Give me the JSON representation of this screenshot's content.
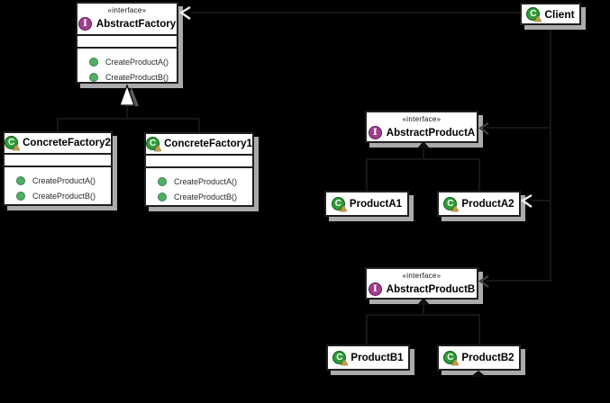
{
  "canvas": {
    "background": "#000000"
  },
  "colors": {
    "box_fill": "#ffffff",
    "box_border": "#1f1f1f",
    "box_shadow": "#ababab",
    "interface_icon_fill": "#a23d90",
    "class_icon_fill": "#2f9e38",
    "warning_overlay": "#c49a3f",
    "method_dot": "#4cb05e",
    "arrowhead_white": "#ffffff",
    "arrowhead_dark": "#3f3f3f"
  },
  "classes": [
    {
      "id": "abstract-factory",
      "stereotype": "«interface»",
      "name": "AbstractFactory",
      "icon": "interface-icon",
      "icon_letter": "I",
      "methods": [
        "CreateProductA()",
        "CreateProductB()"
      ]
    },
    {
      "id": "client",
      "name": "Client",
      "icon": "class-icon",
      "icon_letter": "C"
    },
    {
      "id": "concrete-factory2",
      "name": "ConcreteFactory2",
      "icon": "class-icon",
      "icon_letter": "C",
      "methods": [
        "CreateProductA()",
        "CreateProductB()"
      ]
    },
    {
      "id": "concrete-factory1",
      "name": "ConcreteFactory1",
      "icon": "class-icon",
      "icon_letter": "C",
      "methods": [
        "CreateProductA()",
        "CreateProductB()"
      ]
    },
    {
      "id": "abstract-product-a",
      "stereotype": "«interface»",
      "name": "AbstractProductA",
      "icon": "interface-icon",
      "icon_letter": "I"
    },
    {
      "id": "product-a1",
      "name": "ProductA1",
      "icon": "class-icon",
      "icon_letter": "C"
    },
    {
      "id": "product-a2",
      "name": "ProductA2",
      "icon": "class-icon",
      "icon_letter": "C"
    },
    {
      "id": "abstract-product-b",
      "stereotype": "«interface»",
      "name": "AbstractProductB",
      "icon": "interface-icon",
      "icon_letter": "I"
    },
    {
      "id": "product-b1",
      "name": "ProductB1",
      "icon": "class-icon",
      "icon_letter": "C"
    },
    {
      "id": "product-b2",
      "name": "ProductB2",
      "icon": "class-icon",
      "icon_letter": "C"
    }
  ],
  "connectors": [
    {
      "id": "realization-factories-to-abstractfactory",
      "head": "hollow-triangle-up",
      "color": "#ffffff"
    },
    {
      "id": "association-client-to-abstractfactory",
      "head": "open-arrow-left",
      "color": "#ffffff"
    },
    {
      "id": "association-client-to-producta2",
      "head": "open-arrow-left",
      "color": "#ffffff"
    },
    {
      "id": "association-into-abstractproducta",
      "head": "open-arrow-left",
      "color": "#3f3f3f"
    },
    {
      "id": "association-into-abstractproductb",
      "head": "open-arrow-left",
      "color": "#3f3f3f"
    }
  ]
}
